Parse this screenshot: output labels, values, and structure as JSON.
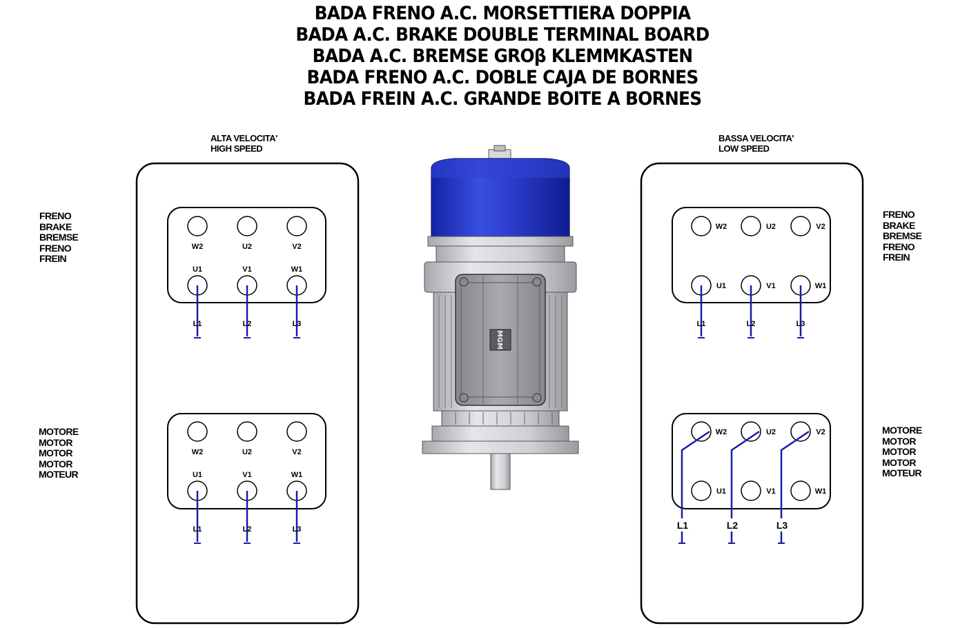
{
  "titles": [
    "BADA FRENO A.C. MORSETTIERA DOPPIA",
    "BADA A.C. BRAKE DOUBLE TERMINAL BOARD",
    "BADA A.C. BREMSE GROβ KLEMMKASTEN",
    "BADA FRENO A.C. DOBLE CAJA DE BORNES",
    "BADA FREIN A.C. GRANDE BOITE A BORNES"
  ],
  "high_speed": {
    "line1": "ALTA VELOCITA'",
    "line2": "HIGH SPEED"
  },
  "low_speed": {
    "line1": "BASSA VELOCITA'",
    "line2": "LOW SPEED"
  },
  "brake_labels": [
    "FRENO",
    "BRAKE",
    "BREMSE",
    "FRENO",
    "FREIN"
  ],
  "motor_labels": [
    "MOTORE",
    "MOTOR",
    "MOTOR",
    "MOTOR",
    "MOTEUR"
  ],
  "terminals": {
    "top_row": [
      "W2",
      "U2",
      "V2"
    ],
    "bottom_row": [
      "U1",
      "V1",
      "W1"
    ]
  },
  "lines": [
    "L1",
    "L2",
    "L3"
  ],
  "motor_logo": "MGM",
  "colors": {
    "wire": "#1a1aa8",
    "brake_cover": "#2836c8",
    "motor_body": "#c8c8cc",
    "terminal_box": "#9a9a9e"
  }
}
